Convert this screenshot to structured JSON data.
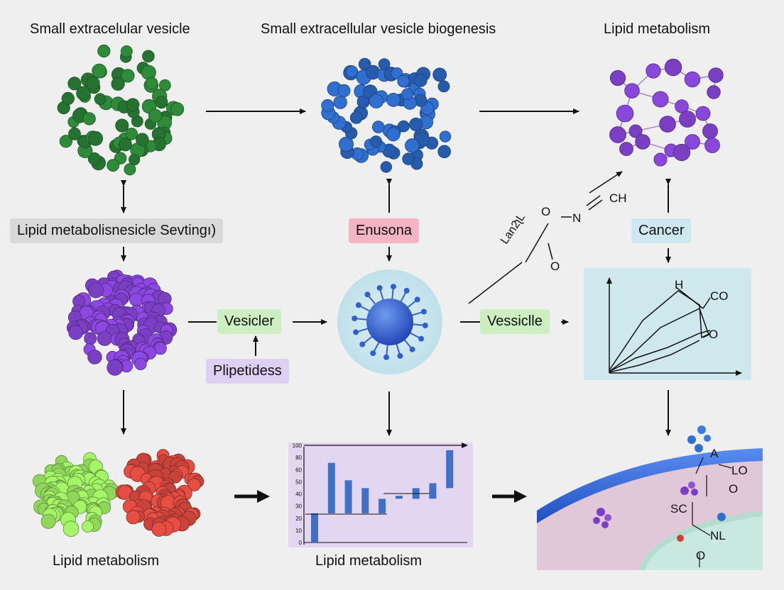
{
  "headings": {
    "col1": "Small extracelular vesicle",
    "col2": "Small extracellular vesicle biogenesis",
    "col3": "Lipid metabolism"
  },
  "labels": {
    "sorting": "Lipid metabolisnesicle Sevtingı)",
    "enusona": "Enusona",
    "cancer": "Cancer",
    "vesicler": "Vesicler",
    "plipetidess": "Plipetidess",
    "vessiclle": "Vessiclle"
  },
  "chem": {
    "o_top": "O",
    "n": "N",
    "ch": "CH",
    "lan": "Lan2ʅL",
    "o_low": "O",
    "h": "H",
    "co": "CO",
    "o_graph": "O",
    "a": "A",
    "lo": "LO",
    "o_mem": "O",
    "sc": "SC",
    "nl": "NL",
    "o_bottom": "O"
  },
  "footers": {
    "left": "Lipid metabolism",
    "center": "Lipid metabolism"
  },
  "colors": {
    "green_cluster": "#2e8b3a",
    "blue_cluster": "#2f6fd0",
    "purple_cluster": "#7b3fc4",
    "light_green": "#8fd65a",
    "red_cluster": "#c8443a",
    "pill_gray": "#d9d9d9",
    "pill_pink": "#f4b4c4",
    "pill_blue": "#cfe8f0",
    "pill_green": "#cdeec0",
    "pill_lilac": "#ddd0f2",
    "graph_panel": "#cfe8ee",
    "bar_panel": "#e3d6f0",
    "bar_fill": "#3f6fc6"
  },
  "chart_data": {
    "type": "bar",
    "style": "waterfall",
    "y_ticks": [
      "100",
      "80",
      "60",
      "50",
      "40",
      "30",
      "20",
      "10",
      "0"
    ],
    "ylim": [
      0,
      100
    ],
    "bars": [
      {
        "low": 0,
        "high": 30
      },
      {
        "low": 30,
        "high": 82
      },
      {
        "low": 30,
        "high": 64
      },
      {
        "low": 30,
        "high": 56
      },
      {
        "low": 30,
        "high": 45
      },
      {
        "low": 45,
        "high": 48
      },
      {
        "low": 45,
        "high": 56
      },
      {
        "low": 45,
        "high": 61
      },
      {
        "low": 56,
        "high": 95
      }
    ]
  }
}
